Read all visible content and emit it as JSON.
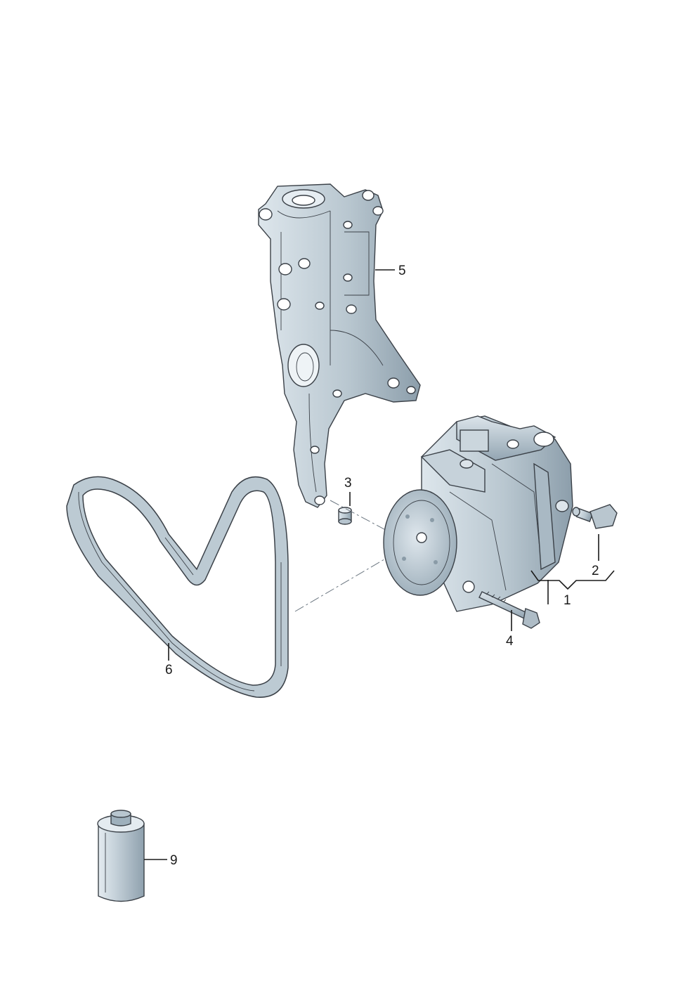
{
  "callouts": {
    "c1": "1",
    "c2": "2",
    "c3": "3",
    "c4": "4",
    "c5": "5",
    "c6": "6",
    "c9": "9"
  },
  "parts": [
    {
      "callout": "1",
      "icon": "ac-compressor-icon"
    },
    {
      "callout": "2",
      "icon": "pressure-sensor-icon"
    },
    {
      "callout": "3",
      "icon": "dowel-sleeve-icon"
    },
    {
      "callout": "4",
      "icon": "hex-bolt-icon"
    },
    {
      "callout": "5",
      "icon": "bracket-icon"
    },
    {
      "callout": "6",
      "icon": "ribbed-belt-icon"
    },
    {
      "callout": "9",
      "icon": "oil-bottle-icon"
    }
  ],
  "colors": {
    "metal_light": "#c4d0d8",
    "metal_mid": "#9fb0bc",
    "metal_dark": "#6f8290",
    "outline": "#3b4148",
    "hole": "#ffffff"
  }
}
